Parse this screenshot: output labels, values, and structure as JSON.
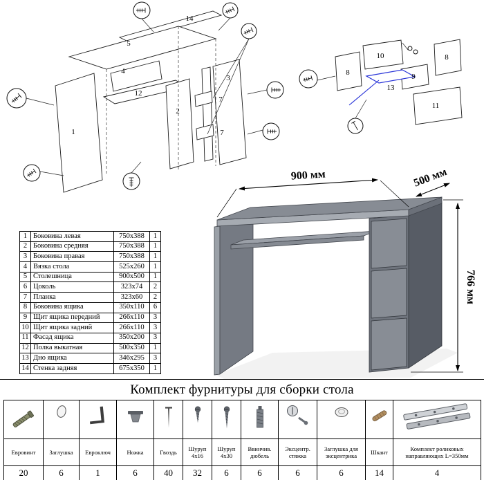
{
  "heading": {
    "hardware_kit_title": "Комплект фурнитуры для сборки стола"
  },
  "parts_table": {
    "rows": [
      {
        "num": "1",
        "name": "Боковина левая",
        "size": "750x388",
        "qty": "1"
      },
      {
        "num": "2",
        "name": "Боковина средняя",
        "size": "750x388",
        "qty": "1"
      },
      {
        "num": "3",
        "name": "Боковина правая",
        "size": "750x388",
        "qty": "1"
      },
      {
        "num": "4",
        "name": "Вязка стола",
        "size": "525x260",
        "qty": "1"
      },
      {
        "num": "5",
        "name": "Столешница",
        "size": "900x500",
        "qty": "1"
      },
      {
        "num": "6",
        "name": "Цоколь",
        "size": "323x74",
        "qty": "2"
      },
      {
        "num": "7",
        "name": "Планка",
        "size": "323x60",
        "qty": "2"
      },
      {
        "num": "8",
        "name": "Боковина ящика",
        "size": "350x110",
        "qty": "6"
      },
      {
        "num": "9",
        "name": "Щит ящика передний",
        "size": "266x110",
        "qty": "3"
      },
      {
        "num": "10",
        "name": "Щит ящика задний",
        "size": "266x110",
        "qty": "3"
      },
      {
        "num": "11",
        "name": "Фасад ящика",
        "size": "350x200",
        "qty": "3"
      },
      {
        "num": "12",
        "name": "Полка выкатная",
        "size": "500x350",
        "qty": "1"
      },
      {
        "num": "13",
        "name": "Дно ящика",
        "size": "346x295",
        "qty": "3"
      },
      {
        "num": "14",
        "name": "Стенка задняя",
        "size": "675x350",
        "qty": "1"
      }
    ]
  },
  "desk_dimensions": {
    "width_label": "900 мм",
    "depth_label": "500 мм",
    "height_label": "766 мм"
  },
  "diagram_left": {
    "labels": [
      "14",
      "5",
      "4",
      "12",
      "2",
      "1",
      "3",
      "7",
      "7"
    ]
  },
  "diagram_right": {
    "labels": [
      "10",
      "8",
      "9",
      "13",
      "11",
      "8"
    ]
  },
  "hardware": {
    "items": [
      {
        "name": "Евровинт",
        "qty": "20",
        "icon": "confirmat-screw-icon"
      },
      {
        "name": "Заглушка",
        "qty": "6",
        "icon": "cap-icon"
      },
      {
        "name": "Евроключ",
        "qty": "1",
        "icon": "hex-key-icon"
      },
      {
        "name": "Ножка",
        "qty": "6",
        "icon": "furniture-leg-icon"
      },
      {
        "name": "Гвоздь",
        "qty": "40",
        "icon": "nail-icon"
      },
      {
        "name": "Шуруп 4х16",
        "qty": "32",
        "icon": "screw-short-icon"
      },
      {
        "name": "Шуруп 4х30",
        "qty": "6",
        "icon": "screw-long-icon"
      },
      {
        "name": "Ввинчив. дюбель",
        "qty": "6",
        "icon": "threaded-dowel-icon"
      },
      {
        "name": "Эксцентр. стяжка",
        "qty": "6",
        "icon": "cam-lock-icon"
      },
      {
        "name": "Заглушка для эксцентрика",
        "qty": "6",
        "icon": "cam-cap-icon"
      },
      {
        "name": "Шкант",
        "qty": "14",
        "icon": "wooden-dowel-icon"
      },
      {
        "name": "Комплект роликовых направляющих L=350мм",
        "qty": "4",
        "icon": "drawer-slides-icon"
      }
    ]
  },
  "colors": {
    "diagram_highlight_blue": "#2a35d8",
    "desk_gray": "#878c94"
  }
}
